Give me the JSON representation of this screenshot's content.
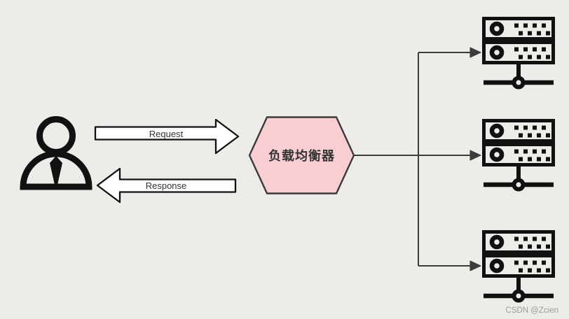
{
  "diagram": {
    "request_label": "Request",
    "response_label": "Response",
    "load_balancer_label": "负载均衡器",
    "server_count": 3
  },
  "watermark": "CSDN @Zcien",
  "colors": {
    "background": "#edece9",
    "load_balancer_fill": "#f9ced3",
    "load_balancer_stroke": "#3a3a3a",
    "arrow_fill": "#ffffff",
    "outline": "#111111",
    "connector": "#3c3c3c",
    "label_text": "#333333",
    "watermark_text": "#9b9b9b"
  }
}
